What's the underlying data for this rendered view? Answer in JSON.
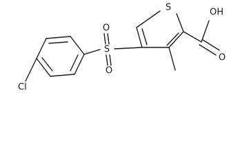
{
  "atoms": {
    "thiophene_sulfur": "S",
    "sulfonyl_sulfur": "S",
    "sulfonyl_oxygen_top": "O",
    "sulfonyl_oxygen_bottom": "O",
    "carboxyl_oxygen": "O",
    "carboxyl_hydroxyl": "OH",
    "chlorine": "Cl"
  },
  "colors": {
    "bond": "#1a1a1a",
    "background": "#ffffff"
  }
}
